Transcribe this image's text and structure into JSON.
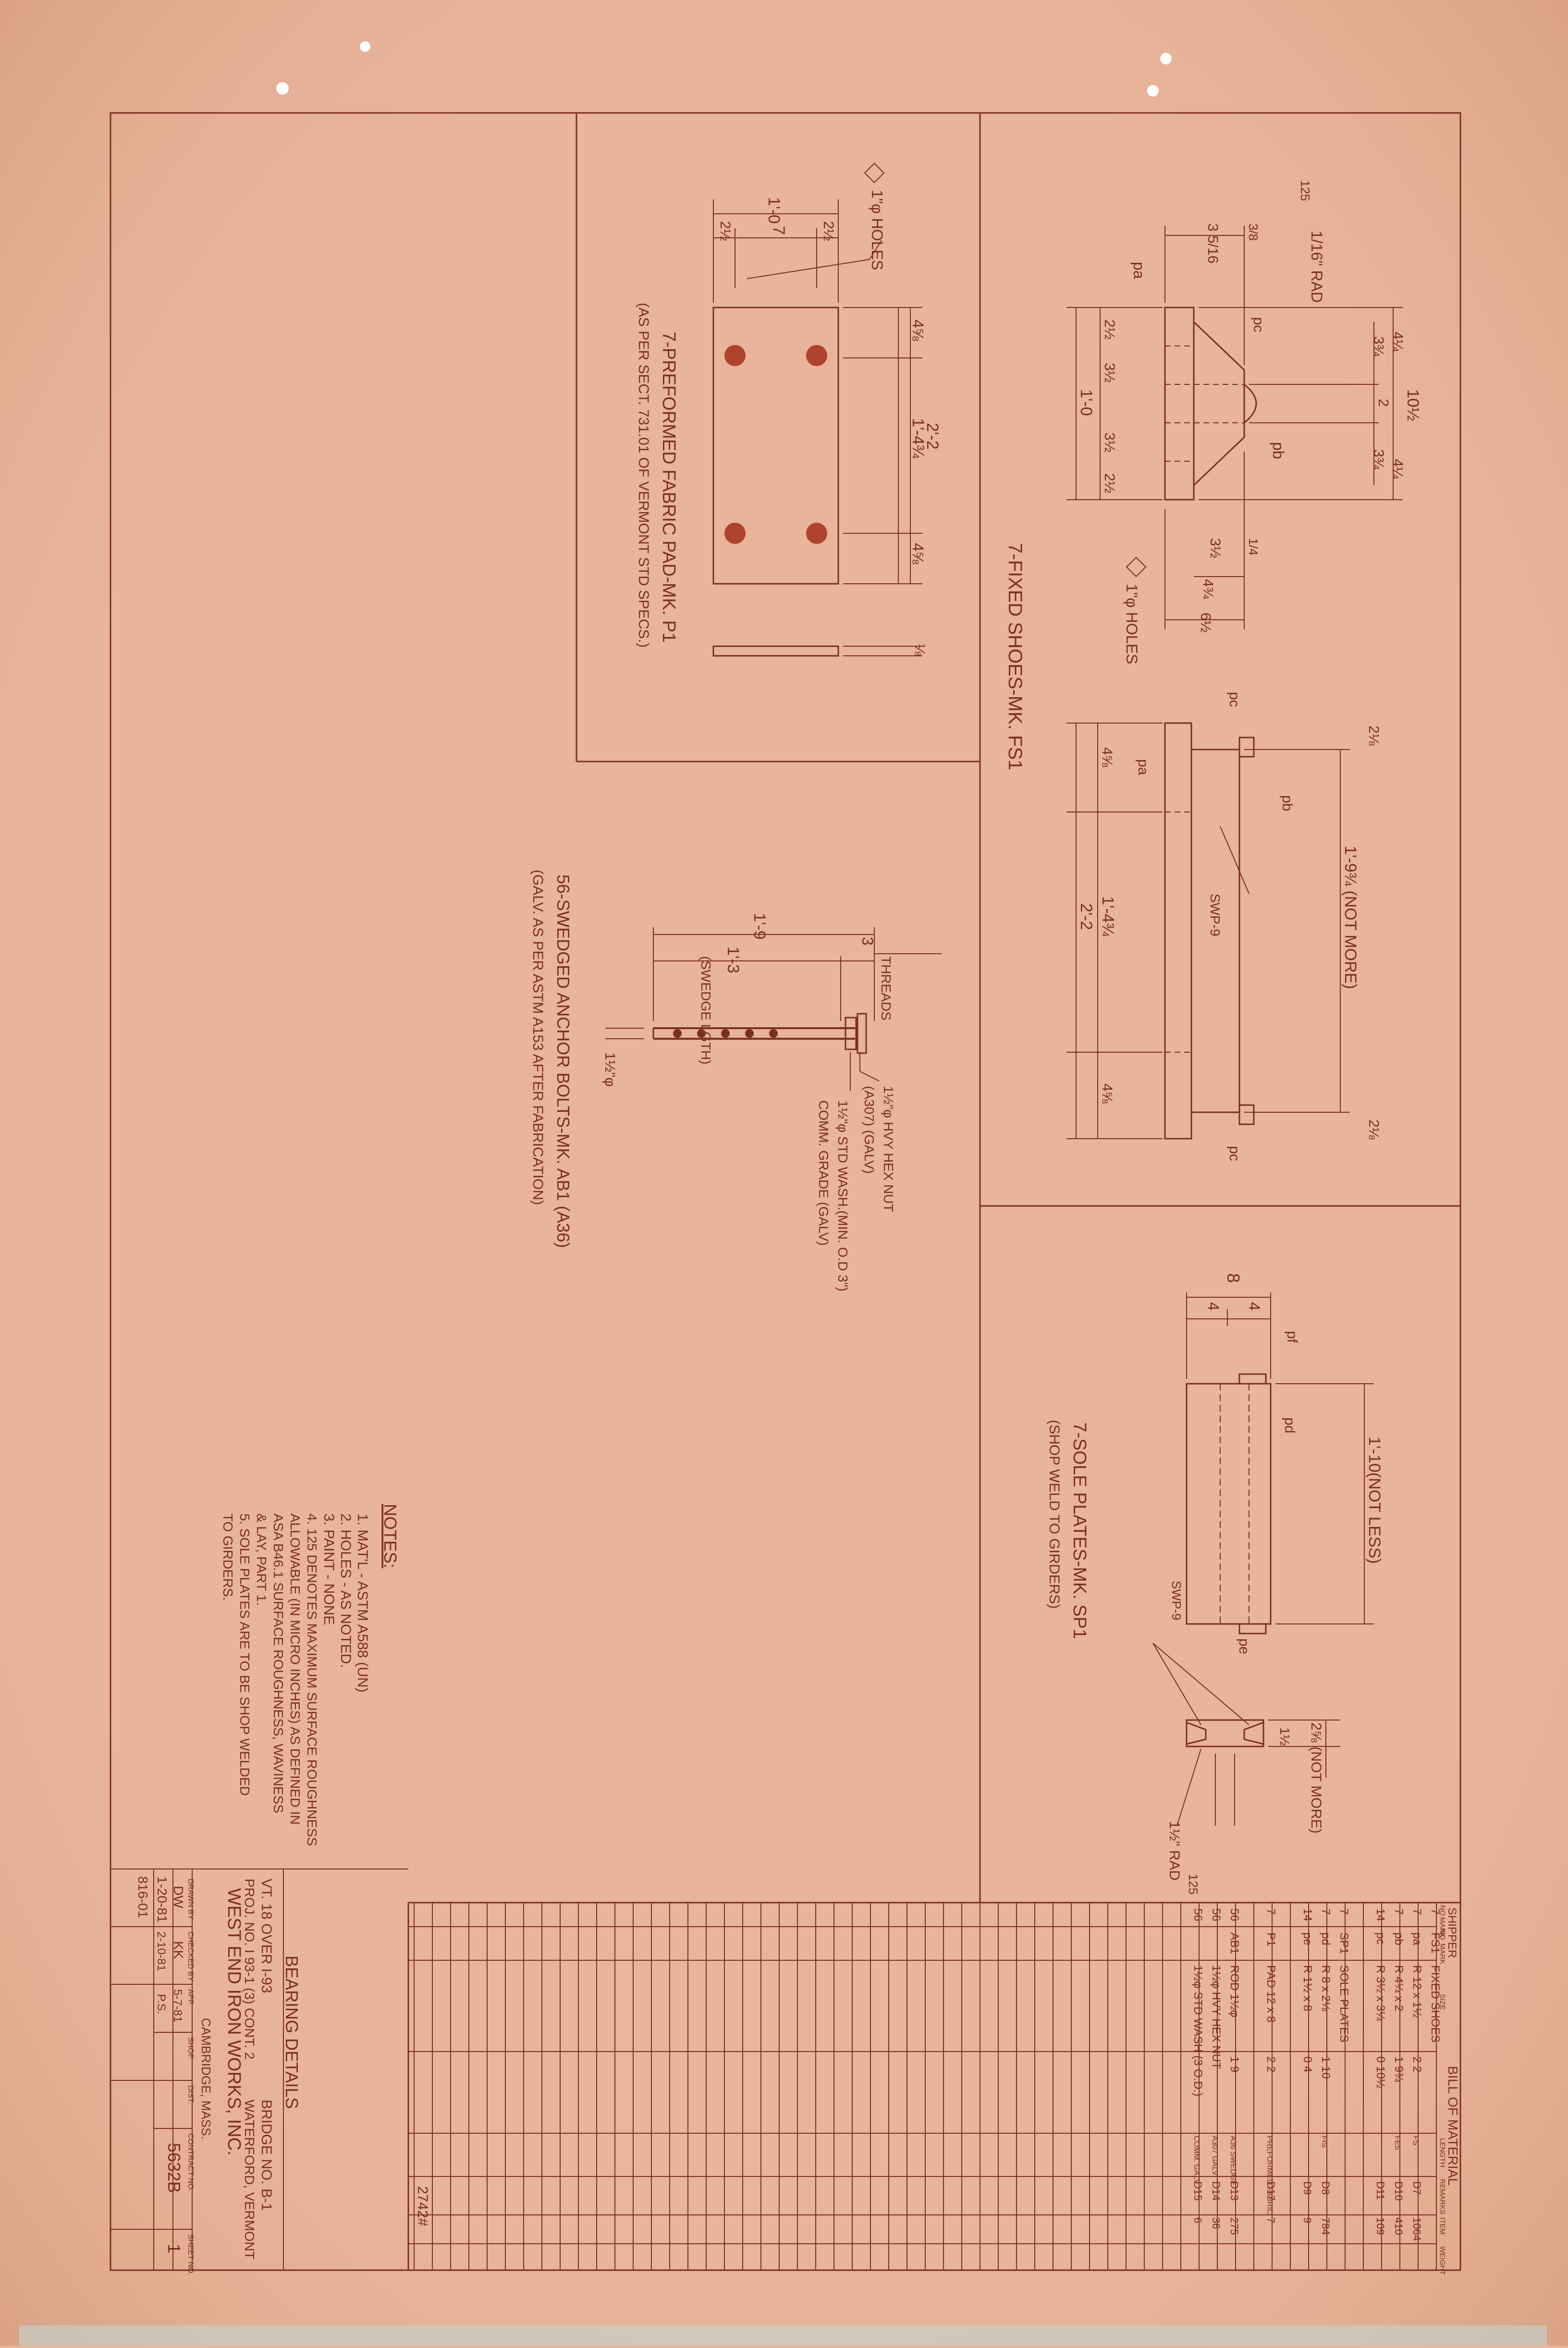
{
  "drawing": {
    "sheet_ref": "2742#",
    "pad": {
      "title": "7-PREFORMED FABRIC PAD-MK. P1",
      "note": "(AS PER SECT. 731.01 OF VERMONT STD SPECS.)",
      "holes": "1\"φ HOLES",
      "d_1_0": "1'-0",
      "d_2a": "2½",
      "d_7": "7",
      "d_2b": "2½",
      "d_4_5a": "4⅝",
      "d_1_4_3_4": "1'-4¾",
      "d_4_5b": "4⅝",
      "d_2_2": "2'-2",
      "d_eighth": "⅛"
    },
    "fixed_shoes": {
      "title": "7-FIXED SHOES-MK. FS1",
      "rough": "125",
      "rad": "1/16\" RAD",
      "d_3_5_16": "3 5/16",
      "d_3_8": "3/8",
      "d_1_0": "1'-0",
      "d_2_half_a": "2½",
      "d_3_half_a": "3½",
      "d_3_half_b": "3½",
      "d_2_half_b": "2½",
      "d_10_half": "10½",
      "d_4_1_4_a": "4¼",
      "d_3_3_4_a": "3¾",
      "d_2": "2",
      "d_3_3_4_b": "3¾",
      "d_4_1_4_b": "4¼",
      "d_3_half_c": "3½",
      "d_1_4": "1/4",
      "d_4_3_4": "4¾",
      "d_6_half": "6½",
      "holes": "1\"φ HOLES",
      "d_4_5_8_a": "4⅝",
      "d_1_4_3_4": "1'-4¾",
      "d_4_5_8_b": "4⅝",
      "d_2_2": "2'-2",
      "d_1_9_3_4": "1'-9¾ (NOT MORE)",
      "d_2_1_8_a": "2⅛",
      "d_2_1_8_b": "2⅛",
      "weld": "SWP-9",
      "pa": "pa",
      "pb": "pb",
      "pc": "pc"
    },
    "anchor_bolts": {
      "title": "56-SWEDGED ANCHOR BOLTS-MK. AB1 (A36)",
      "note": "(GALV. AS PER ASTM A153 AFTER FABRICATION)",
      "d_1_9": "1'-9",
      "d_1_3": "1'-3",
      "swedge": "(SWEDGE LGTH)",
      "d_3": "3",
      "threads": "THREADS",
      "dia": "1½\"φ",
      "nut": "1½\"φ HVY HEX NUT",
      "nut2": "(A307) (GALV)",
      "washer": "1½\"φ STD WASH.(MIN. O.D 3\")",
      "washer2": "COMM. GRADE (GALV)"
    },
    "sole_plates": {
      "title": "7-SOLE PLATES-MK. SP1",
      "note": "(SHOP WELD TO GIRDERS)",
      "d_8": "8",
      "d_4a": "4",
      "d_4b": "4",
      "d_1_10": "1'-10(NOT LESS)",
      "d_2_5_8": "2⅝ (NOT MORE)",
      "d_1_half": "1½",
      "rad": "1½\" RAD",
      "rough": "125",
      "weld": "SWP-9",
      "pd": "pd",
      "pe": "pe",
      "pf": "pf"
    },
    "notes": {
      "heading": "NOTES:",
      "lines": [
        "1.  MAT'L - ASTM A588 (UN)",
        "2.  HOLES - AS NOTED.",
        "3.  PAINT - NONE",
        "4.  125 DENOTES MAXIMUM SURFACE ROUGHNESS",
        "     ALLOWABLE (IN MICRO INCHES) AS DEFINED IN",
        "     ASA B46.1 SURFACE ROUGHNESS, WAVINESS",
        "     & LAY, PART 1.",
        "5.  SOLE PLATES ARE TO BE SHOP WELDED",
        "     TO GIRDERS."
      ]
    }
  },
  "title_block": {
    "drawing_title": "BEARING DETAILS",
    "line1": "VT. 18  OVER I-93",
    "line1b": "BRIDGE NO. B-1",
    "line2": "PROJ. NO. I 93-1 (3) CONT. 2",
    "line2b": "WATERFORD, VERMONT",
    "company": "WEST END IRON WORKS, INC.",
    "city": "CAMBRIDGE, MASS.",
    "headers": [
      "DRAWN BY",
      "CHECKED BY",
      "APP.",
      "SHOP",
      "DIST.",
      "CONTRACT NO.",
      "SHEET NO."
    ],
    "drawn": "DW",
    "drawn_date": "1-20-81",
    "checked": "KK",
    "checked_date": "2-10-81",
    "app": "5-7-81",
    "app2": "P.S.",
    "contract": "5632B",
    "sheet": "1",
    "dwg_no": "816-01"
  },
  "bill_of_material": {
    "title": "BILL OF MATERIAL",
    "shipper": "SHIPPER",
    "headers": [
      "NO",
      "MARK",
      "NO",
      "MARK",
      "SIZE",
      "LENGTH",
      "REMARKS",
      "ITEM",
      "WEIGHT"
    ],
    "rows": [
      [
        "7",
        "FS1",
        "FIXED SHOES",
        "",
        "",
        "",
        ""
      ],
      [
        "7",
        "pa",
        "R 12 x 1½",
        "2  2",
        "FS",
        "D7",
        "1064"
      ],
      [
        "7",
        "pb",
        "R 4¼ x 2",
        "1  9¾",
        "FE5",
        "D10",
        "410"
      ],
      [
        "14",
        "pc",
        "R 3½ x 3¼",
        "0  10½",
        "",
        "D11",
        "109"
      ],
      [
        "",
        "",
        "",
        "",
        "",
        "",
        ""
      ],
      [
        "7",
        "SP1",
        "SOLE PLATES",
        "",
        "",
        "",
        ""
      ],
      [
        "7",
        "pd",
        "R 8 x 2⅛",
        "1  10",
        "FIS",
        "D8",
        "784"
      ],
      [
        "14",
        "pe",
        "R 1½ x 8",
        "0  4",
        "",
        "D9",
        "9"
      ],
      [
        "",
        "",
        "",
        "",
        "",
        "",
        ""
      ],
      [
        "7",
        "P1",
        "PAD 12 x 8",
        "2  2",
        "PREFORMED FABRIC",
        "D17",
        "7"
      ],
      [
        "",
        "",
        "",
        "",
        "",
        "",
        ""
      ],
      [
        "56",
        "AB1",
        "ROD 1½φ",
        "1  9",
        "A36 SWEDGE",
        "D13",
        "275"
      ],
      [
        "56",
        "",
        "1½φ HVY HEX NUT",
        "",
        "A307 GALV",
        "D14",
        "36"
      ],
      [
        "56",
        "",
        "1½φ STD WASH (3 O.D.)",
        "",
        "COMM. GALV",
        "D15",
        "6"
      ]
    ]
  }
}
